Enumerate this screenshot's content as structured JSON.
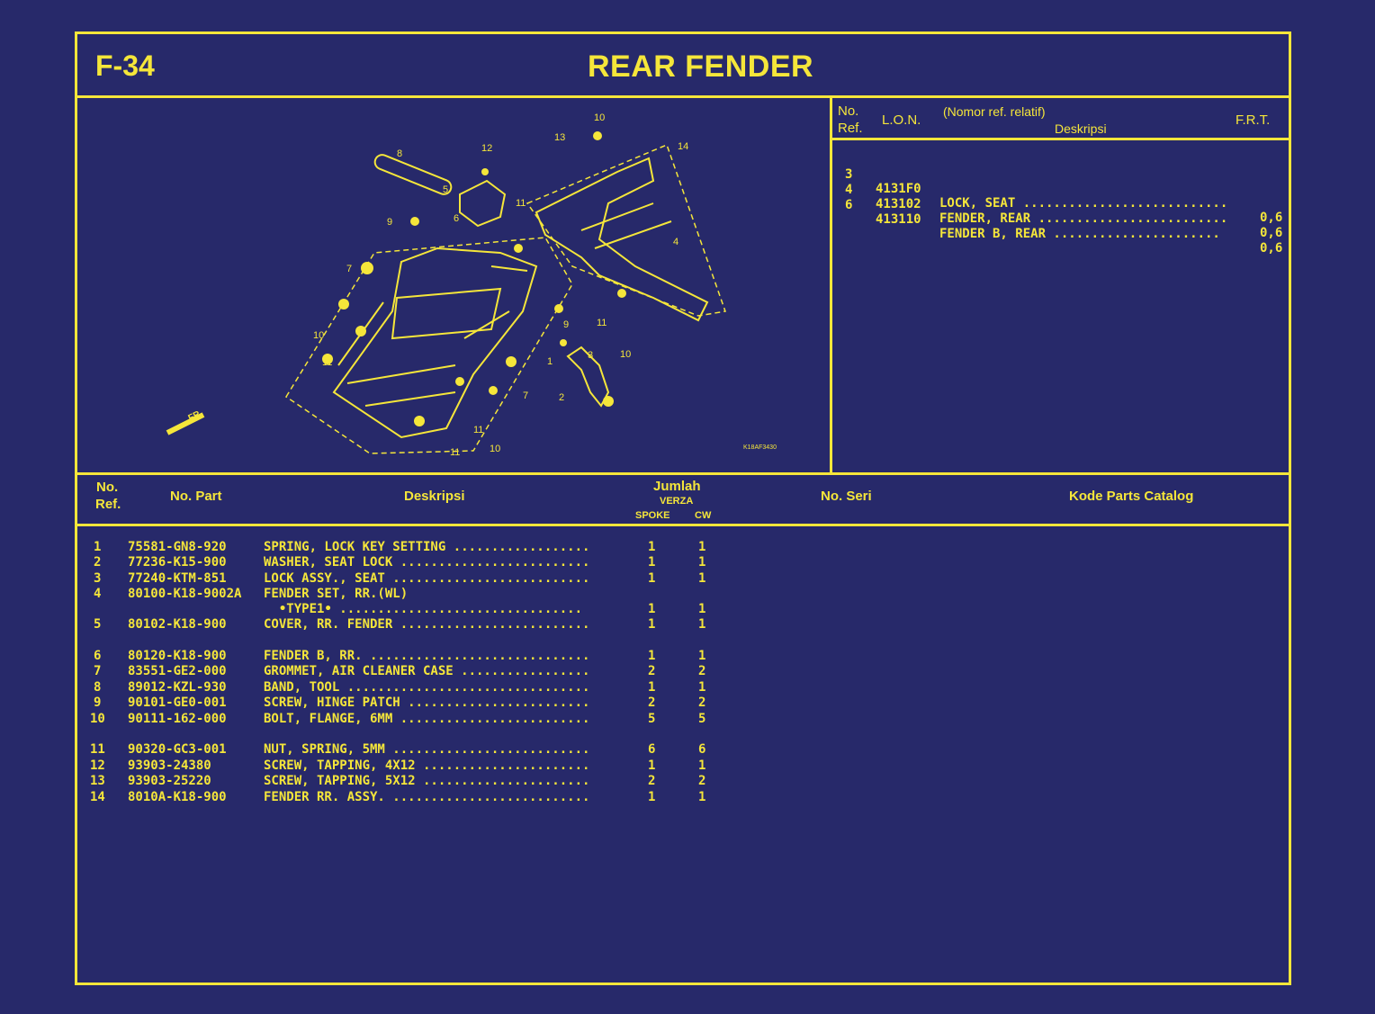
{
  "header": {
    "code": "F-34",
    "title": "REAR FENDER"
  },
  "frt_table": {
    "headers": {
      "ref_line1": "No.",
      "ref_line2": "Ref.",
      "lon": "L.O.N.",
      "relative": "(Nomor ref. relatif)",
      "desc": "Deskripsi",
      "frt": "F.R.T."
    },
    "rows": [
      {
        "ref": "3",
        "lon": "4131F0",
        "desc": "LOCK, SEAT ...........................",
        "frt": "0,6"
      },
      {
        "ref": "4",
        "lon": "413102",
        "desc": "FENDER, REAR .........................",
        "frt": "0,6"
      },
      {
        "ref": "6",
        "lon": "413110",
        "desc": "FENDER B, REAR ......................",
        "frt": "0,6"
      }
    ]
  },
  "diagram": {
    "labels": [
      "10",
      "12",
      "13",
      "14",
      "8",
      "5",
      "11",
      "9",
      "6",
      "4",
      "7",
      "10",
      "11",
      "11",
      "9",
      "3",
      "10",
      "1",
      "2",
      "7",
      "11",
      "10",
      "11"
    ],
    "code": "K18AF3430",
    "arrow": "FR."
  },
  "parts_table": {
    "headers": {
      "ref_line1": "No.",
      "ref_line2": "Ref.",
      "part": "No. Part",
      "desc": "Deskripsi",
      "qty": "Jumlah",
      "model": "VERZA",
      "spoke": "SPOKE",
      "cw": "CW",
      "serial": "No. Seri",
      "catalog": "Kode Parts Catalog"
    },
    "rows": [
      {
        "ref": "1",
        "part": "75581-GN8-920",
        "desc": "SPRING, LOCK KEY SETTING ..................",
        "spoke": "1",
        "cw": "1"
      },
      {
        "ref": "2",
        "part": "77236-K15-900",
        "desc": "WASHER, SEAT LOCK .........................",
        "spoke": "1",
        "cw": "1"
      },
      {
        "ref": "3",
        "part": "77240-KTM-851",
        "desc": "LOCK ASSY., SEAT ..........................",
        "spoke": "1",
        "cw": "1"
      },
      {
        "ref": "4",
        "part": "80100-K18-9002A",
        "desc": "FENDER SET, RR.(WL)",
        "spoke": "",
        "cw": ""
      },
      {
        "ref": "",
        "part": "",
        "desc": "  •TYPE1• ................................",
        "spoke": "1",
        "cw": "1"
      },
      {
        "ref": "5",
        "part": "80102-K18-900",
        "desc": "COVER, RR. FENDER .........................",
        "spoke": "1",
        "cw": "1"
      },
      {
        "ref": "6",
        "part": "80120-K18-900",
        "desc": "FENDER B, RR. .............................",
        "spoke": "1",
        "cw": "1"
      },
      {
        "ref": "7",
        "part": "83551-GE2-000",
        "desc": "GROMMET, AIR CLEANER CASE .................",
        "spoke": "2",
        "cw": "2"
      },
      {
        "ref": "8",
        "part": "89012-KZL-930",
        "desc": "BAND, TOOL ................................",
        "spoke": "1",
        "cw": "1"
      },
      {
        "ref": "9",
        "part": "90101-GE0-001",
        "desc": "SCREW, HINGE PATCH ........................",
        "spoke": "2",
        "cw": "2"
      },
      {
        "ref": "10",
        "part": "90111-162-000",
        "desc": "BOLT, FLANGE, 6MM .........................",
        "spoke": "5",
        "cw": "5"
      },
      {
        "ref": "11",
        "part": "90320-GC3-001",
        "desc": "NUT, SPRING, 5MM ..........................",
        "spoke": "6",
        "cw": "6"
      },
      {
        "ref": "12",
        "part": "93903-24380",
        "desc": "SCREW, TAPPING, 4X12 ......................",
        "spoke": "1",
        "cw": "1"
      },
      {
        "ref": "13",
        "part": "93903-25220",
        "desc": "SCREW, TAPPING, 5X12 ......................",
        "spoke": "2",
        "cw": "2"
      },
      {
        "ref": "14",
        "part": "8010A-K18-900",
        "desc": "FENDER RR. ASSY. ..........................",
        "spoke": "1",
        "cw": "1"
      }
    ]
  },
  "colors": {
    "background": "#27296a",
    "foreground": "#f5e63a"
  }
}
